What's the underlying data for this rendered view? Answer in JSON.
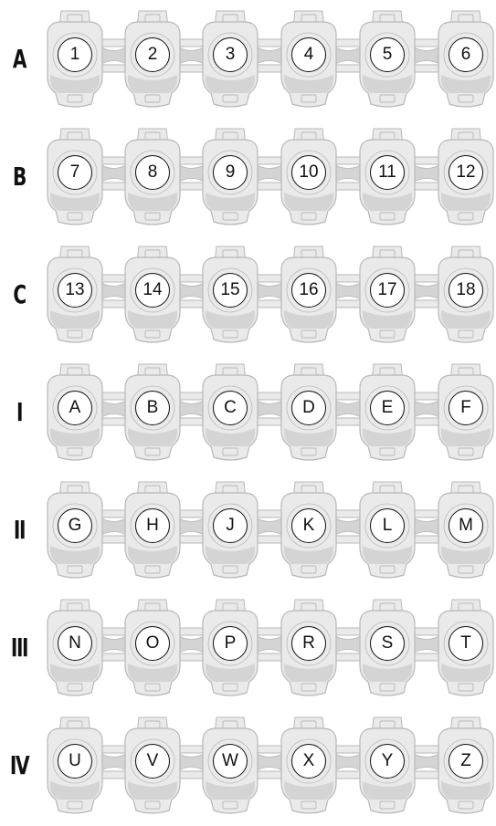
{
  "rows": [
    {
      "label": "A",
      "tubes": [
        "1",
        "2",
        "3",
        "4",
        "5",
        "6"
      ]
    },
    {
      "label": "B",
      "tubes": [
        "7",
        "8",
        "9",
        "10",
        "11",
        "12"
      ]
    },
    {
      "label": "C",
      "tubes": [
        "13",
        "14",
        "15",
        "16",
        "17",
        "18"
      ]
    },
    {
      "label": "I",
      "tubes": [
        "A",
        "B",
        "C",
        "D",
        "E",
        "F"
      ]
    },
    {
      "label": "II",
      "tubes": [
        "G",
        "H",
        "J",
        "K",
        "L",
        "M"
      ]
    },
    {
      "label": "III",
      "tubes": [
        "N",
        "O",
        "P",
        "R",
        "S",
        "T"
      ]
    },
    {
      "label": "IV",
      "tubes": [
        "U",
        "V",
        "W",
        "X",
        "Y",
        "Z"
      ]
    }
  ],
  "colors": {
    "tube_fill": "#eaeaea",
    "tube_edge": "#b8b8b8",
    "tube_shade": "#d4d4d4",
    "label_border": "#111111",
    "label_fill": "#ffffff"
  }
}
